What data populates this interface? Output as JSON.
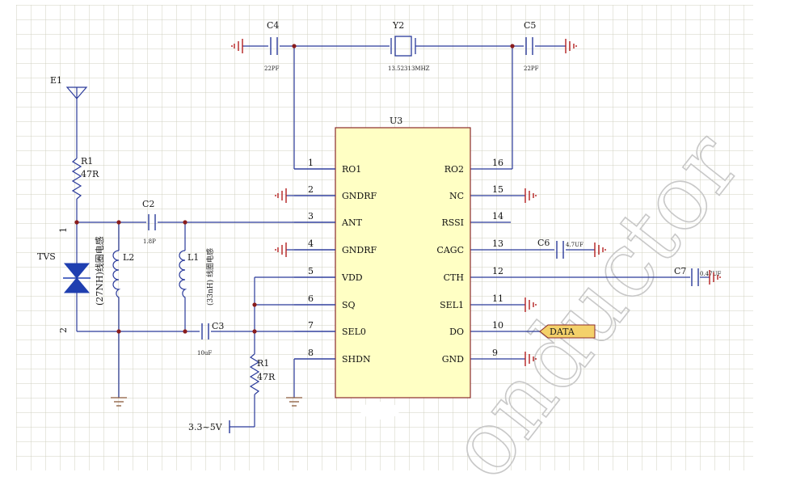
{
  "antenna": {
    "ref": "E1"
  },
  "tvs": {
    "ref": "TVS",
    "pin1": "1",
    "pin2": "2"
  },
  "r1_top": {
    "ref": "R1",
    "value": "47R"
  },
  "r1_bottom": {
    "ref": "R1",
    "value": "47R"
  },
  "c2": {
    "ref": "C2",
    "value": "1.8P"
  },
  "c3": {
    "ref": "C3",
    "value": "10uF"
  },
  "c4": {
    "ref": "C4",
    "value": "22PF"
  },
  "c5": {
    "ref": "C5",
    "value": "22PF"
  },
  "c6": {
    "ref": "C6",
    "value": "4.7UF"
  },
  "c7": {
    "ref": "C7",
    "value": "0.47UF"
  },
  "y2": {
    "ref": "Y2",
    "value": "13.52313MHZ"
  },
  "l1": {
    "ref": "L1",
    "value": "(33nH) 线圈电感"
  },
  "l2": {
    "ref": "L2",
    "value": "(27NH)线圈电感"
  },
  "supply": {
    "label": "3.3~5V"
  },
  "data_port": {
    "label": "DATA"
  },
  "chip": {
    "ref": "U3",
    "left_pins": [
      {
        "num": "1",
        "name": "RO1"
      },
      {
        "num": "2",
        "name": "GNDRF"
      },
      {
        "num": "3",
        "name": "ANT"
      },
      {
        "num": "4",
        "name": "GNDRF"
      },
      {
        "num": "5",
        "name": "VDD"
      },
      {
        "num": "6",
        "name": "SQ"
      },
      {
        "num": "7",
        "name": "SEL0"
      },
      {
        "num": "8",
        "name": "SHDN"
      }
    ],
    "right_pins": [
      {
        "num": "16",
        "name": "RO2"
      },
      {
        "num": "15",
        "name": "NC"
      },
      {
        "num": "14",
        "name": "RSSI"
      },
      {
        "num": "13",
        "name": "CAGC"
      },
      {
        "num": "12",
        "name": "CTH"
      },
      {
        "num": "11",
        "name": "SEL1"
      },
      {
        "num": "10",
        "name": "DO"
      },
      {
        "num": "9",
        "name": "GND"
      }
    ]
  },
  "watermark": {
    "text": "onductor"
  },
  "colors": {
    "wire": "#2a3a9a",
    "ground": "#b41e1e",
    "chip_fill": "#ffffc4",
    "chip_border": "#8a2a2a",
    "grid": "#d0d0c0",
    "port_fill": "#f4d16a"
  }
}
